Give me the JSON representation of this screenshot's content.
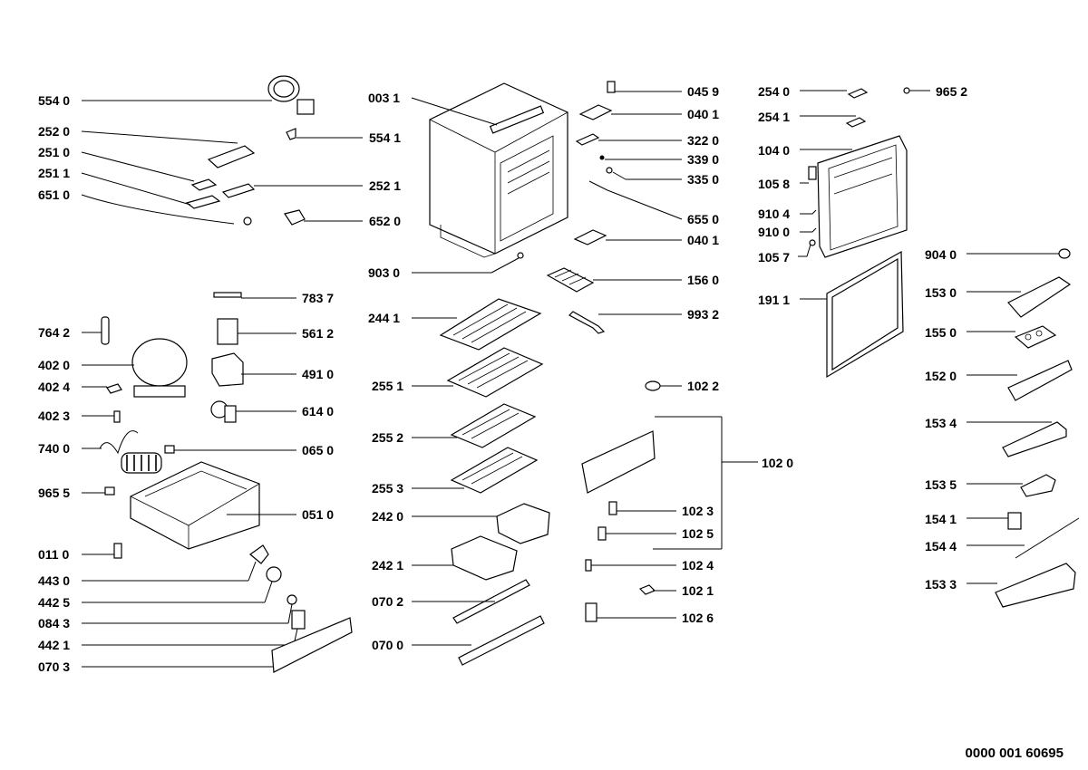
{
  "document_number": "0000 001 60695",
  "labels": {
    "l5540": "554 0",
    "l2520": "252 0",
    "l2510": "251 0",
    "l2511": "251 1",
    "l6510": "651 0",
    "l5541": "554 1",
    "l2521": "252 1",
    "l6520": "652 0",
    "l7837": "783 7",
    "l5612": "561 2",
    "l7642": "764 2",
    "l4020": "402 0",
    "l4024": "402 4",
    "l4910": "491 0",
    "l4023": "402 3",
    "l6140": "614 0",
    "l7400": "740 0",
    "l0650": "065 0",
    "l9655": "965 5",
    "l0510": "051 0",
    "l0110": "011 0",
    "l4430": "443 0",
    "l4425": "442 5",
    "l0843": "084 3",
    "l4421": "442 1",
    "l0703": "070 3",
    "l0031": "003 1",
    "l9030": "903 0",
    "l2441": "244 1",
    "l2551": "255 1",
    "l2552": "255 2",
    "l2553": "255 3",
    "l2420": "242 0",
    "l2421": "242 1",
    "l0702": "070 2",
    "l0700": "070 0",
    "l0459": "045 9",
    "l0401": "040 1",
    "l3220": "322 0",
    "l3390": "339 0",
    "l3350": "335 0",
    "l6550": "655 0",
    "l0401b": "040 1",
    "l1560": "156 0",
    "l9932": "993 2",
    "l1022": "102 2",
    "l1020": "102 0",
    "l1023": "102 3",
    "l1025": "102 5",
    "l1024": "102 4",
    "l1021": "102 1",
    "l1026": "102 6",
    "l2540": "254 0",
    "l9652": "965 2",
    "l2541": "254 1",
    "l1040": "104 0",
    "l1058": "105 8",
    "l9104": "910 4",
    "l9100": "910 0",
    "l1057": "105 7",
    "l1911": "191 1",
    "l9040": "904 0",
    "l1530": "153 0",
    "l1550": "155 0",
    "l1520": "152 0",
    "l1534": "153 4",
    "l1535": "153 5",
    "l1541": "154 1",
    "l1544": "154 4",
    "l1533": "153 3"
  }
}
